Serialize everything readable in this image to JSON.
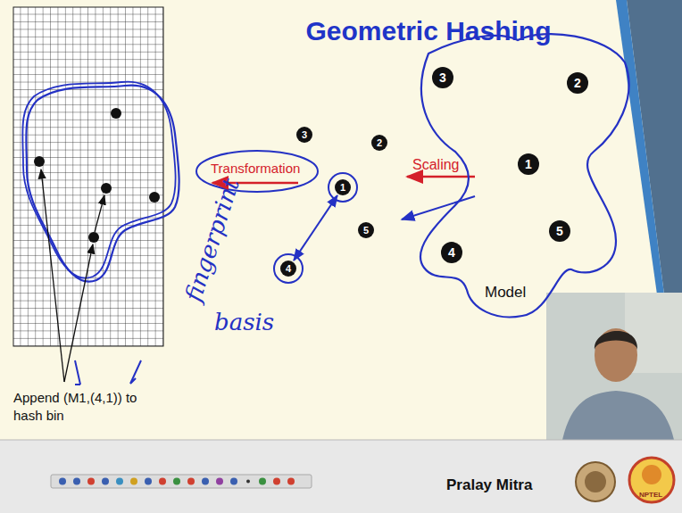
{
  "diagram": {
    "title": "Geometric Hashing",
    "nodes": [
      {
        "text": [
          "3"
        ]
      },
      {
        "text": [
          "2"
        ]
      },
      {
        "text": [
          "1"
        ]
      },
      {
        "text": [
          "5"
        ]
      },
      {
        "text": [
          "4"
        ]
      },
      {
        "text": [
          "Model"
        ]
      },
      {
        "text": [
          "3"
        ],
        "in": 5
      },
      {
        "text": [
          "2"
        ],
        "in": 5
      },
      {
        "text": [
          "1"
        ],
        "in": 5
      },
      {
        "text": [
          "5"
        ],
        "in": 5
      },
      {
        "text": [
          "4"
        ],
        "in": 5
      }
    ],
    "edges": [
      {
        "from": 4,
        "to": 2,
        "arrow": "both"
      }
    ],
    "labels": [
      "Transformation",
      "Scaling",
      "fingerprint",
      "basis",
      "Append (M1,(4,1)) to hash bin",
      "Pralay Mitra",
      "NPTEL"
    ]
  }
}
